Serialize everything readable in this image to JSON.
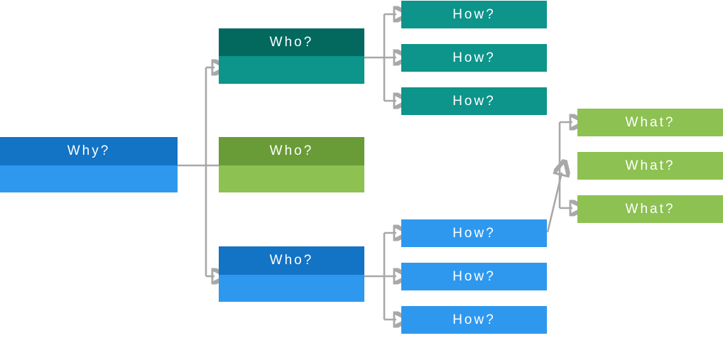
{
  "diagram": {
    "type": "question-hierarchy-flowchart",
    "nodes": {
      "why": {
        "label": "Why?"
      },
      "who_top": {
        "label": "Who?"
      },
      "who_middle": {
        "label": "Who?"
      },
      "who_bottom": {
        "label": "Who?"
      },
      "how_teal_1": {
        "label": "How?"
      },
      "how_teal_2": {
        "label": "How?"
      },
      "how_teal_3": {
        "label": "How?"
      },
      "how_blue_1": {
        "label": "How?"
      },
      "how_blue_2": {
        "label": "How?"
      },
      "how_blue_3": {
        "label": "How?"
      },
      "what_1": {
        "label": "What?"
      },
      "what_2": {
        "label": "What?"
      },
      "what_3": {
        "label": "What?"
      }
    }
  },
  "colors": {
    "blue-dark": "#1373C4",
    "blue-light": "#2E98EF",
    "teal-dark": "#03695F",
    "teal-light": "#0D948B",
    "green-dark": "#699C37",
    "green-light": "#8DC152",
    "connector": "#A8A8A8",
    "text": "#FFFFFF",
    "background": "#FFFFFF"
  }
}
